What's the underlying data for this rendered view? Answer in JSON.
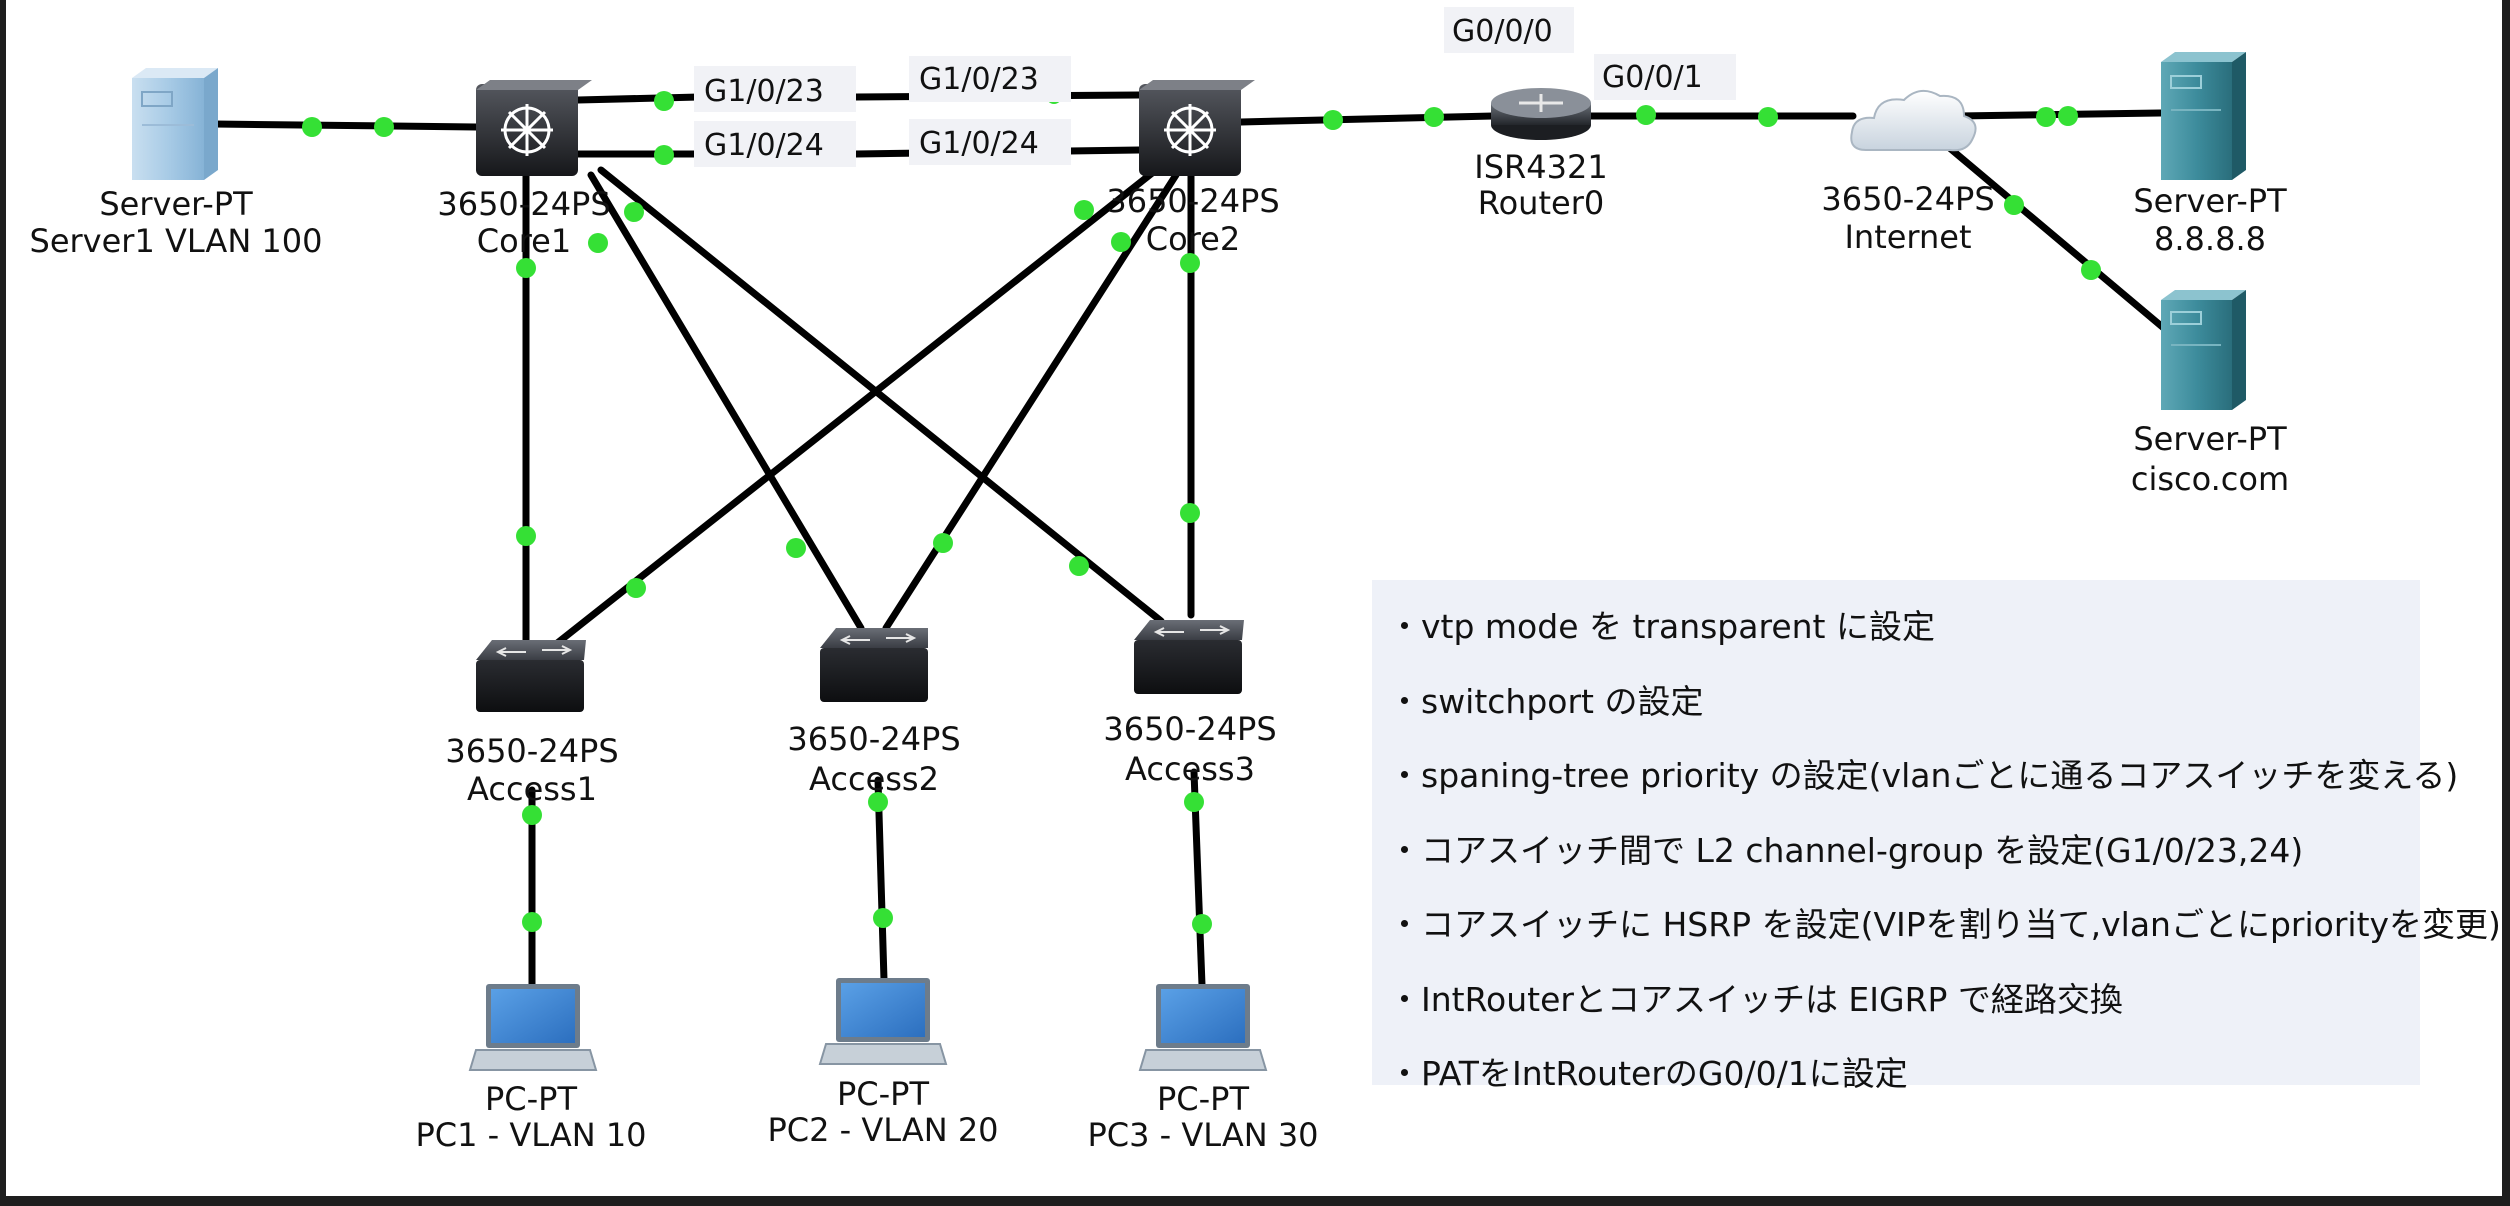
{
  "devices": {
    "server1": {
      "line1": "Server-PT",
      "line2": "Server1 VLAN 100"
    },
    "core1": {
      "line1": "3650-24PS",
      "line2": "Core1"
    },
    "core2": {
      "line1": "3650-24PS",
      "line2": "Core2"
    },
    "router0": {
      "line1": "ISR4321",
      "line2": "Router0"
    },
    "internet": {
      "line1": "3650-24PS",
      "line2": "Internet"
    },
    "dns_server": {
      "line1": "Server-PT",
      "line2": "8.8.8.8"
    },
    "web_server": {
      "line1": "Server-PT",
      "line2": "cisco.com"
    },
    "access1": {
      "line1": "3650-24PS",
      "line2": "Access1"
    },
    "access2": {
      "line1": "3650-24PS",
      "line2": "Access2"
    },
    "access3": {
      "line1": "3650-24PS",
      "line2": "Access3"
    },
    "pc1": {
      "line1": "PC-PT",
      "line2": "PC1 - VLAN 10"
    },
    "pc2": {
      "line1": "PC-PT",
      "line2": "PC2 - VLAN 20"
    },
    "pc3": {
      "line1": "PC-PT",
      "line2": "PC3 - VLAN 30"
    }
  },
  "ports": {
    "core1_g23": "G1/0/23",
    "core1_g24": "G1/0/24",
    "core2_g23": "G1/0/23",
    "core2_g24": "G1/0/24",
    "router_g000": "G0/0/0",
    "router_g001": "G0/0/1"
  },
  "notes": [
    "・vtp mode を transparent に設定",
    "・switchport の設定",
    "・spaning-tree priority の設定(vlanごとに通るコアスイッチを変える)",
    "・コアスイッチ間で L2 channel-group を設定(G1/0/23,24)",
    "・コアスイッチに HSRP を設定(VIPを割り当て,vlanごとにpriorityを変更)",
    "・IntRouterとコアスイッチは EIGRP で経路交換",
    "・PATをIntRouterのG0/0/1に設定"
  ],
  "colors": {
    "link": "#000000",
    "link_up": "#35e035",
    "notes_bg": "#eef1f8"
  }
}
